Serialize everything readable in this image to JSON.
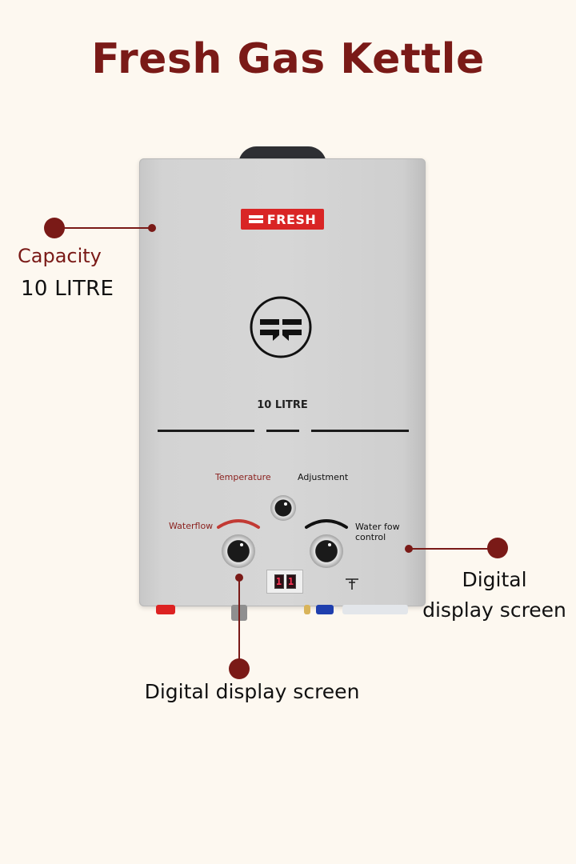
{
  "title": "Fresh Gas Kettle",
  "heater": {
    "brand": "FRESH",
    "capacity_text": "10 LITRE",
    "controls": {
      "temperature": "Temperature",
      "adjustment": "Adjustment",
      "waterflow": "Waterflow",
      "waterflow_control_line1": "Water fow",
      "waterflow_control_line2": "control"
    },
    "display_digits": [
      "1",
      "1"
    ]
  },
  "callouts": {
    "capacity_label": "Capacity",
    "capacity_value": "10 LITRE",
    "right_label_line1": "Digital",
    "right_label_line2": "display screen",
    "bottom_label": "Digital display screen"
  },
  "colors": {
    "accent": "#7a1a17",
    "brand_red": "#d92525",
    "background": "#fdf8f0"
  },
  "icons": [
    "fresh-logo-icon",
    "fresh-emblem-icon",
    "tap-icon"
  ]
}
